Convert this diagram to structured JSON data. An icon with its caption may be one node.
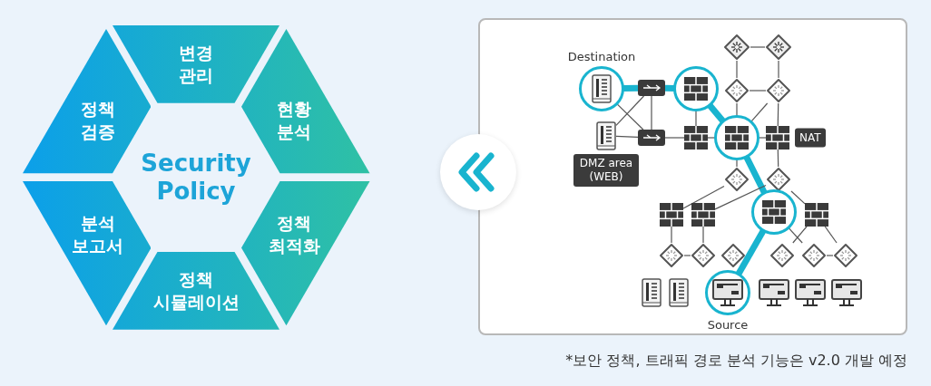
{
  "diagram": {
    "caption": "*보안 정책, 트래픽 경로 분석 기능은 v2.0 개발 예정",
    "nodes": [
      {
        "text": [
          "변경 관리"
        ]
      },
      {
        "text": [
          "정책 검증"
        ]
      },
      {
        "text": [
          "현황 분석"
        ]
      },
      {
        "text": [
          "분석 보고서"
        ]
      },
      {
        "text": [
          "정책 최적화"
        ]
      },
      {
        "text": [
          "정책 시뮬레이션"
        ]
      },
      {
        "text": [],
        "shape": "box"
      },
      {
        "text": [],
        "shape": "picture",
        "in": 6
      },
      {
        "text": [],
        "shape": "picture",
        "in": 6
      },
      {
        "text": [],
        "shape": "picture",
        "in": 6,
        "beside": [
          "Destination"
        ]
      },
      {
        "text": [],
        "shape": "picture",
        "in": 6
      },
      {
        "text": [],
        "shape": "picture",
        "in": 6
      },
      {
        "text": [],
        "shape": "picture",
        "in": 6
      },
      {
        "text": [],
        "shape": "picture",
        "in": 6
      },
      {
        "text": [],
        "shape": "picture",
        "in": 6,
        "beside": [
          "DMZ area (WEB)"
        ]
      },
      {
        "text": [],
        "shape": "picture",
        "in": 6
      },
      {
        "text": [],
        "shape": "picture",
        "in": 6
      },
      {
        "text": [],
        "shape": "picture",
        "in": 6
      },
      {
        "text": [],
        "shape": "picture",
        "in": 6,
        "beside": [
          "NAT"
        ]
      },
      {
        "text": [],
        "shape": "picture",
        "in": 6
      },
      {
        "text": [],
        "shape": "picture",
        "in": 6
      },
      {
        "text": [],
        "shape": "picture",
        "in": 6
      },
      {
        "text": [],
        "shape": "picture",
        "in": 6
      },
      {
        "text": [],
        "shape": "picture",
        "in": 6
      },
      {
        "text": [],
        "shape": "picture",
        "in": 6
      },
      {
        "text": [],
        "shape": "picture",
        "in": 6
      },
      {
        "text": [],
        "shape": "picture",
        "in": 6
      },
      {
        "text": [],
        "shape": "picture",
        "in": 6
      },
      {
        "text": [],
        "shape": "picture",
        "in": 6
      },
      {
        "text": [],
        "shape": "picture",
        "in": 6
      },
      {
        "text": [],
        "shape": "picture",
        "in": 6
      },
      {
        "text": [],
        "shape": "picture",
        "in": 6
      },
      {
        "text": [],
        "shape": "picture",
        "in": 6
      },
      {
        "text": [],
        "shape": "picture",
        "in": 6,
        "beside": [
          "Source"
        ]
      },
      {
        "text": [],
        "shape": "picture",
        "in": 6
      },
      {
        "text": [],
        "shape": "picture",
        "in": 6
      },
      {
        "text": [],
        "shape": "picture",
        "in": 6
      }
    ],
    "edges": [
      {
        "from": 9,
        "to": 10,
        "arrow": "none",
        "style": "thick",
        "color": "#19b4cf"
      },
      {
        "from": 10,
        "to": 11,
        "arrow": "none",
        "style": "thick",
        "color": "#19b4cf"
      },
      {
        "from": 11,
        "to": 17,
        "arrow": "none",
        "style": "thick",
        "color": "#19b4cf"
      },
      {
        "from": 17,
        "to": 23,
        "arrow": "none",
        "style": "thick",
        "color": "#19b4cf"
      },
      {
        "from": 23,
        "to": 33,
        "arrow": "none",
        "style": "thick",
        "color": "#19b4cf"
      },
      {
        "from": 9,
        "to": 15,
        "arrow": "none"
      },
      {
        "from": 14,
        "to": 10,
        "arrow": "none"
      },
      {
        "from": 14,
        "to": 15,
        "arrow": "none"
      },
      {
        "from": 10,
        "to": 15,
        "arrow": "none"
      },
      {
        "from": 15,
        "to": 16,
        "arrow": "none"
      },
      {
        "from": 11,
        "to": 16,
        "arrow": "none"
      },
      {
        "from": 16,
        "to": 17,
        "arrow": "none"
      },
      {
        "from": 17,
        "to": 18,
        "arrow": "none"
      },
      {
        "from": 7,
        "to": 8,
        "arrow": "none"
      },
      {
        "from": 7,
        "to": 12,
        "arrow": "none"
      },
      {
        "from": 8,
        "to": 13,
        "arrow": "none"
      },
      {
        "from": 12,
        "to": 13,
        "arrow": "none"
      },
      {
        "from": 12,
        "to": 17,
        "arrow": "none"
      },
      {
        "from": 13,
        "to": 17,
        "arrow": "none"
      },
      {
        "from": 13,
        "to": 18,
        "arrow": "none"
      },
      {
        "from": 17,
        "to": 19,
        "arrow": "none"
      },
      {
        "from": 18,
        "to": 20,
        "arrow": "none"
      },
      {
        "from": 19,
        "to": 21,
        "arrow": "none"
      },
      {
        "from": 20,
        "to": 22,
        "arrow": "none"
      },
      {
        "from": 20,
        "to": 24,
        "arrow": "none"
      },
      {
        "from": 21,
        "to": 25,
        "arrow": "none"
      },
      {
        "from": 22,
        "to": 26,
        "arrow": "none"
      },
      {
        "from": 25,
        "to": 26,
        "arrow": "none"
      },
      {
        "from": 23,
        "to": 29,
        "arrow": "none"
      },
      {
        "from": 24,
        "to": 28,
        "arrow": "none"
      },
      {
        "from": 29,
        "to": 30,
        "arrow": "none"
      },
      {
        "from": 24,
        "to": 30,
        "arrow": "none"
      },
      {
        "from": 6,
        "to": null,
        "arrow": "to",
        "style": "thick",
        "color": "#19b4cf"
      }
    ],
    "labels": [
      "Security Policy"
    ]
  }
}
